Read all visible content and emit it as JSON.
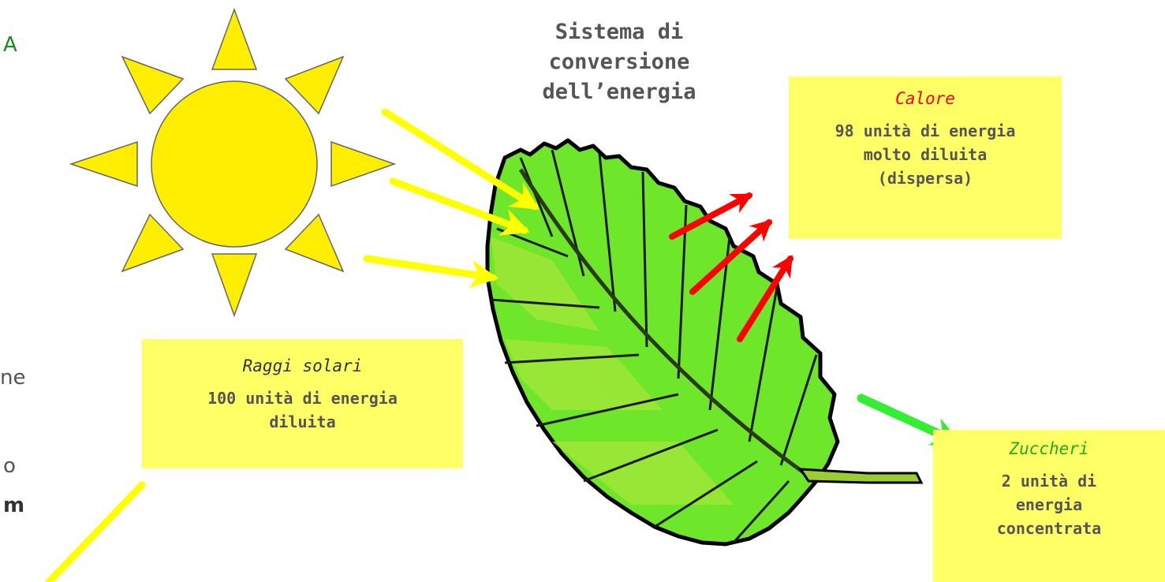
{
  "edge_fragments": {
    "top_left": "A",
    "middle_left": "ne",
    "lower_left": "o",
    "bottom_left": "m"
  },
  "title_lines": [
    "Sistema di",
    "conversione",
    "dell’energia"
  ],
  "input_box": {
    "label": "Raggi solari",
    "value_lines": [
      "100 unità di energia",
      "diluita"
    ]
  },
  "heat_box": {
    "label": "Calore",
    "value_lines": [
      "98 unità di energia",
      "molto diluita",
      "(dispersa)"
    ]
  },
  "sugar_box": {
    "label": "Zuccheri",
    "value_lines": [
      "2 unità di",
      "energia",
      "concentrata"
    ]
  },
  "colors": {
    "sun": "#ffee00",
    "sun_outline": "#666666",
    "sunray_arrow": "#ffff00",
    "heat_arrow": "#ff0000",
    "sugar_arrow": "#33ee33",
    "leaf_light": "#66ee22",
    "leaf_dark": "#000000",
    "box_fill": "#ffff66"
  },
  "icons": [
    "sun-icon",
    "leaf-icon"
  ]
}
